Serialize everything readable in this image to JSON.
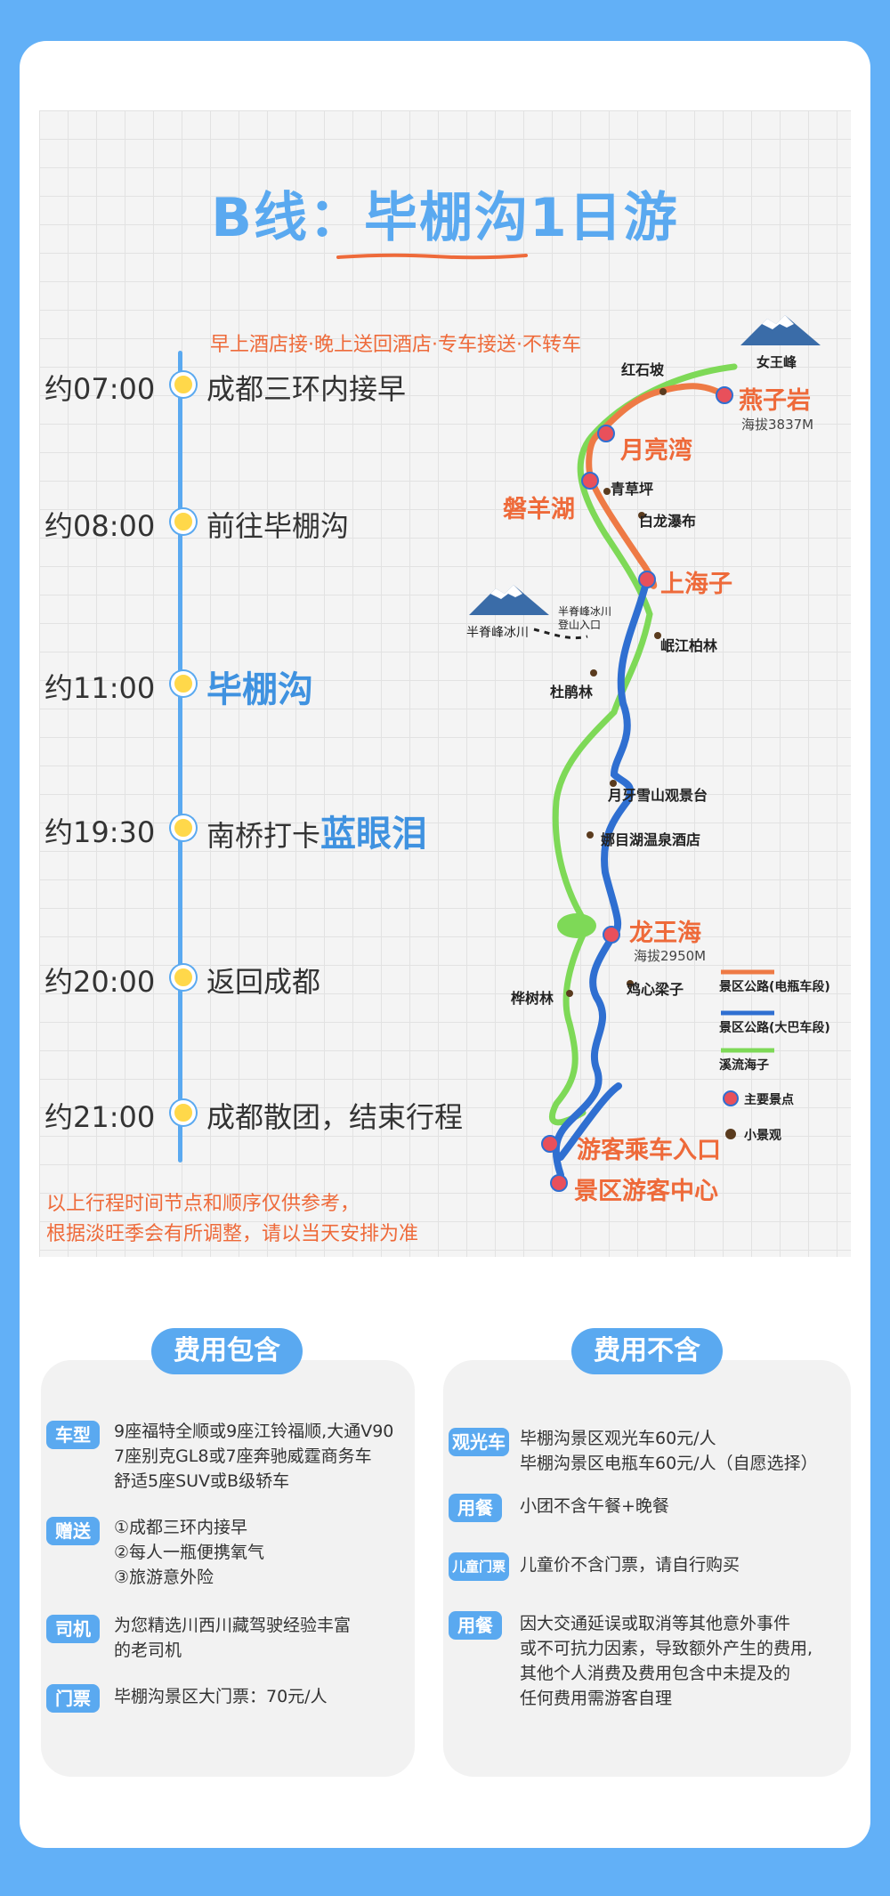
{
  "title": {
    "prefix": "B线：",
    "main": "毕棚沟1日游"
  },
  "subtitle": "早上酒店接·晚上送回酒店·专车接送·不转车",
  "timeline": [
    {
      "time": "约07:00",
      "text": "成都三环内接早"
    },
    {
      "time": "约08:00",
      "text": "前往毕棚沟"
    },
    {
      "time": "约11:00",
      "text": "毕棚沟"
    },
    {
      "time": "约19:30",
      "text_prefix": "南桥打卡",
      "text_highlight": "蓝眼泪"
    },
    {
      "time": "约20:00",
      "text": "返回成都"
    },
    {
      "time": "约21:00",
      "text": "成都散团，结束行程"
    }
  ],
  "note": [
    "以上行程时间节点和顺序仅供参考，",
    "根据淡旺季会有所调整，请以当天安排为准"
  ],
  "map": {
    "mountain1": "女王峰",
    "mountain2": "半脊峰冰川",
    "mountain2_entry": "半脊峰冰川\n登山入口",
    "spots": {
      "yanziyan": "燕子岩",
      "yanziyan_alt": "海拔3837M",
      "hongshipo": "红石坡",
      "yueliangwan": "月亮湾",
      "qingcaoping": "青草坪",
      "panyanghu": "磐羊湖",
      "bailongpubu": "白龙瀑布",
      "shanghaizi": "上海子",
      "genjiangbailin": "岷江柏林",
      "dujuanlin": "杜鹃林",
      "yueyaxueshan": "月牙雪山观景台",
      "naomuhu": "娜目湖温泉酒店",
      "longwanghai": "龙王海",
      "longwanghai_alt": "海拔2950M",
      "jixinliangzi": "鸡心梁子",
      "huashulin": "桦树林",
      "youkechengche": "游客乘车入口",
      "youkezhongxin": "景区游客中心"
    },
    "legend": [
      {
        "label": "景区公路(电瓶车段)",
        "color": "#ee7a45"
      },
      {
        "label": "景区公路(大巴车段)",
        "color": "#2f6fd1"
      },
      {
        "label": "溪流海子",
        "color": "#7ed957"
      },
      {
        "label": "主要景点",
        "color": "#e8505b"
      },
      {
        "label": "小景观",
        "color": "#5a3b1e"
      }
    ]
  },
  "included": {
    "header": "费用包含",
    "items": [
      {
        "tag": "车型",
        "lines": [
          "9座福特全顺或9座江铃福顺,大通V90",
          "7座别克GL8或7座奔驰威霆商务车",
          "舒适5座SUV或B级轿车"
        ]
      },
      {
        "tag": "赠送",
        "lines": [
          "①成都三环内接早",
          "②每人一瓶便携氧气",
          "③旅游意外险"
        ]
      },
      {
        "tag": "司机",
        "lines": [
          "为您精选川西川藏驾驶经验丰富",
          "的老司机"
        ]
      },
      {
        "tag": "门票",
        "lines": [
          "毕棚沟景区大门票：70元/人"
        ]
      }
    ]
  },
  "excluded": {
    "header": "费用不含",
    "items": [
      {
        "tag": "观光车",
        "lines": [
          "毕棚沟景区观光车60元/人",
          "毕棚沟景区电瓶车60元/人（自愿选择）"
        ]
      },
      {
        "tag": "用餐",
        "lines": [
          "小团不含午餐+晚餐"
        ]
      },
      {
        "tag": "儿童门票",
        "lines": [
          "儿童价不含门票，请自行购买"
        ]
      },
      {
        "tag": "用餐",
        "lines": [
          "因大交通延误或取消等其他意外事件",
          "或不可抗力因素，导致额外产生的费用,",
          "其他个人消费及费用包含中未提及的",
          "任何费用需游客自理"
        ]
      }
    ]
  },
  "colors": {
    "blue": "#5aa9f0",
    "orange": "#ee6a3a",
    "green": "#7ed957",
    "darkblue": "#2f6fd1"
  }
}
